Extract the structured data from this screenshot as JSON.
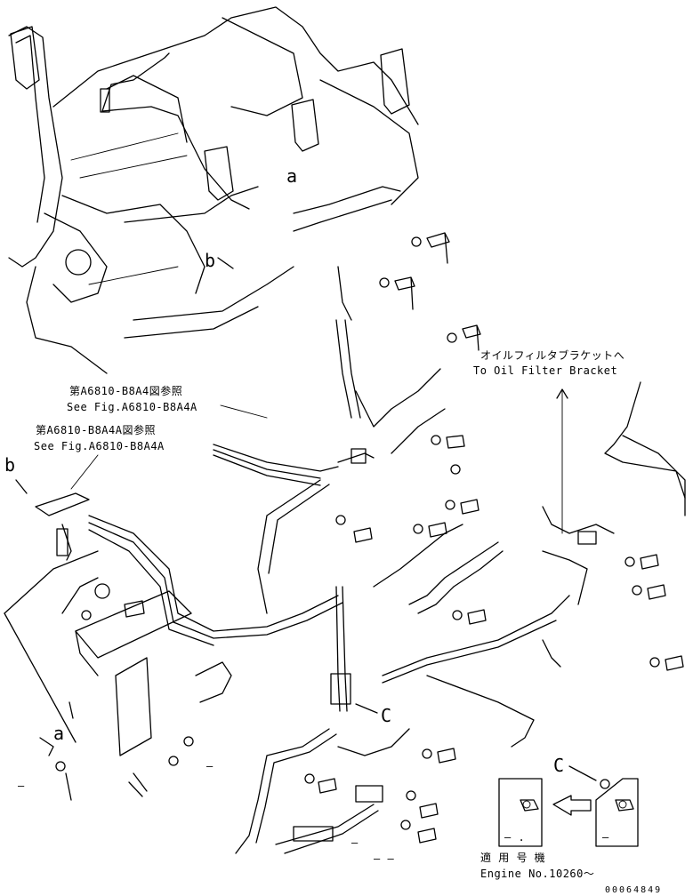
{
  "labels": {
    "ref_a_top": "a",
    "ref_b_top": "b",
    "ref_b_left": "b",
    "ref_a_left": "a",
    "ref_c_mid": "C",
    "ref_c_inset": "C",
    "dash_1": "–",
    "dash_2": "– –",
    "dash_3": "–",
    "dash_4": "–",
    "dash_inset_left": "– .",
    "dash_inset_right": "–"
  },
  "notes": {
    "oil_filter_jp": "オイルフィルタブラケットへ",
    "oil_filter_en": "To Oil Filter Bracket",
    "fig_ref_1_jp": "第A6810-B8A4図参照",
    "fig_ref_1_en": "See Fig.A6810-B8A4A",
    "fig_ref_2_jp": "第A6810-B8A4A図参照",
    "fig_ref_2_en": "See Fig.A6810-B8A4A",
    "applicable_jp": "適 用 号 機",
    "engine_no": "Engine No.10260～"
  },
  "drawing_code": "00064849"
}
